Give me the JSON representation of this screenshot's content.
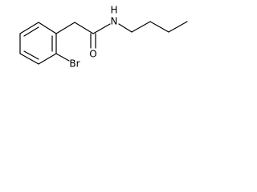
{
  "molecule": {
    "atom_labels": {
      "oxygen": "O",
      "nitrogen": "N",
      "hydrogen": "H",
      "bromine": "Br"
    }
  }
}
